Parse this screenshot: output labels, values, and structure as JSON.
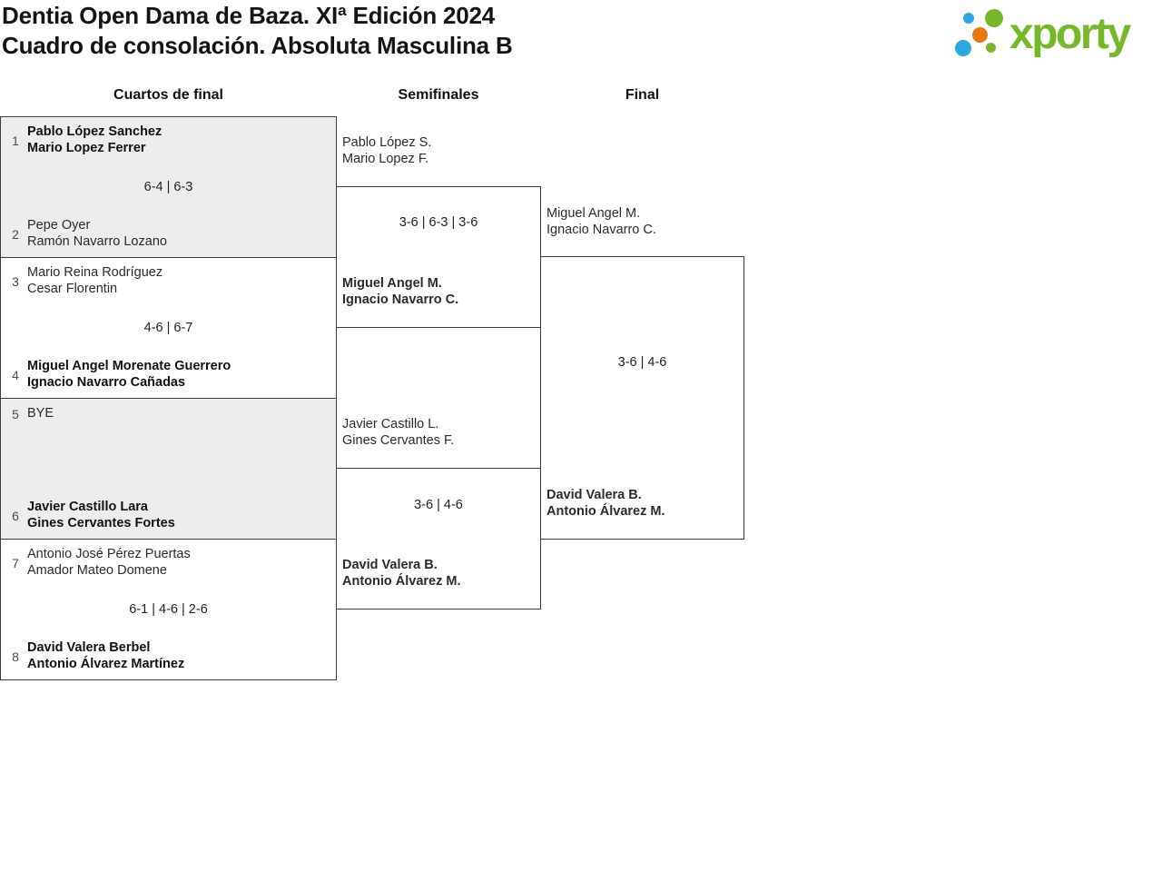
{
  "header": {
    "title_line1": "Dentia Open Dama de Baza. XIª Edición 2024",
    "title_line2": "Cuadro de consolación. Absoluta Masculina B",
    "logo_text": "xporty"
  },
  "columns": [
    {
      "label": "Cuartos de final"
    },
    {
      "label": "Semifinales"
    },
    {
      "label": "Final"
    }
  ],
  "bracket": {
    "quarterfinals": [
      {
        "seed_top": "1",
        "team_top": [
          "Pablo López Sanchez",
          "Mario Lopez Ferrer"
        ],
        "top_winner": true,
        "score": "6-4 | 6-3",
        "seed_bottom": "2",
        "team_bottom": [
          "Pepe Oyer",
          "Ramón Navarro Lozano"
        ],
        "bottom_winner": false
      },
      {
        "seed_top": "3",
        "team_top": [
          "Mario Reina Rodríguez",
          "Cesar Florentin"
        ],
        "top_winner": false,
        "score": "4-6 | 6-7",
        "seed_bottom": "4",
        "team_bottom": [
          "Miguel Angel Morenate Guerrero",
          "Ignacio Navarro Cañadas"
        ],
        "bottom_winner": true
      },
      {
        "seed_top": "5",
        "team_top": [
          "BYE"
        ],
        "top_winner": false,
        "score": "",
        "seed_bottom": "6",
        "team_bottom": [
          "Javier Castillo Lara",
          "Gines Cervantes Fortes"
        ],
        "bottom_winner": true
      },
      {
        "seed_top": "7",
        "team_top": [
          "Antonio José Pérez Puertas",
          "Amador Mateo Domene"
        ],
        "top_winner": false,
        "score": "6-1 | 4-6 | 2-6",
        "seed_bottom": "8",
        "team_bottom": [
          "David Valera Berbel",
          "Antonio Álvarez Martínez"
        ],
        "bottom_winner": true
      }
    ],
    "semifinals": [
      {
        "team_top": [
          "Pablo López S.",
          "Mario Lopez F."
        ],
        "top_winner": false,
        "score": "3-6 | 6-3 | 3-6",
        "team_bottom": [
          "Miguel Angel M.",
          "Ignacio Navarro C."
        ],
        "bottom_winner": true
      },
      {
        "team_top": [
          "Javier Castillo L.",
          "Gines Cervantes F."
        ],
        "top_winner": false,
        "score": "3-6 | 4-6",
        "team_bottom": [
          "David Valera B.",
          "Antonio Álvarez M."
        ],
        "bottom_winner": true
      }
    ],
    "final": {
      "team_top": [
        "Miguel Angel M.",
        "Ignacio Navarro C."
      ],
      "top_winner": false,
      "score": "3-6 | 4-6",
      "team_bottom": [
        "David Valera B.",
        "Antonio Álvarez M."
      ],
      "bottom_winner": true
    }
  },
  "colors": {
    "logo_green": "#76b82a",
    "logo_blue": "#29a9e0",
    "logo_orange": "#e8770e",
    "match_shade": "#ededed",
    "border": "#3c3c3c"
  }
}
